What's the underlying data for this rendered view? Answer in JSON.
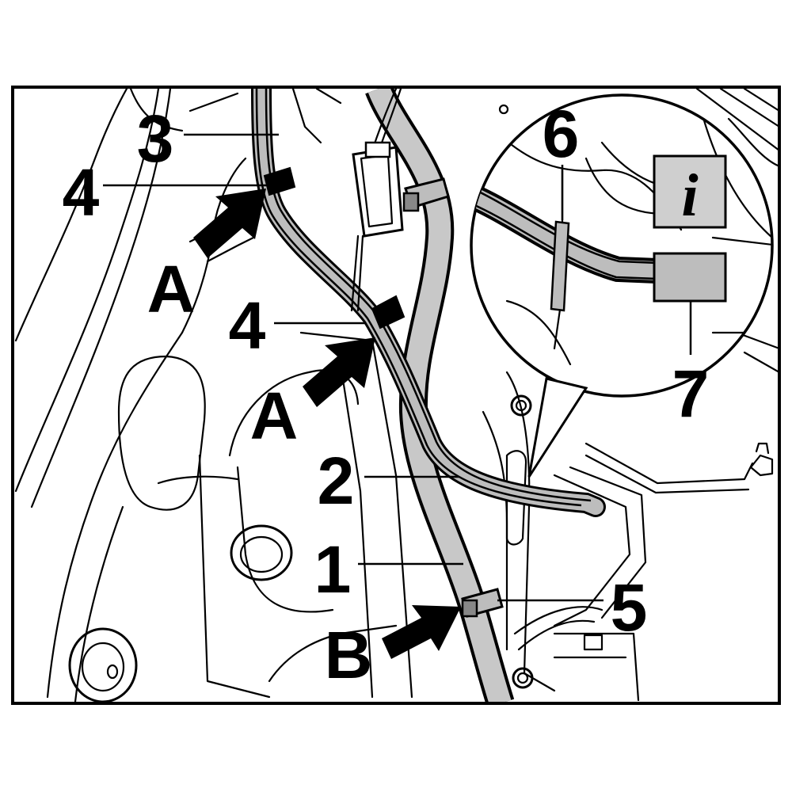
{
  "figure": {
    "callouts": {
      "item1": "1",
      "item2": "2",
      "item3": "3",
      "item4a": "4",
      "item4b": "4",
      "item5": "5",
      "item6": "6",
      "item7": "7",
      "arrowA1": "A",
      "arrowA2": "A",
      "arrowB": "B"
    },
    "info_symbol": "i",
    "colors": {
      "line": "#000000",
      "background": "#ffffff",
      "harness_fill": "#bdbdbd",
      "conduit_fill": "#c8c8c8",
      "info_box": "#cfcfcf"
    }
  }
}
